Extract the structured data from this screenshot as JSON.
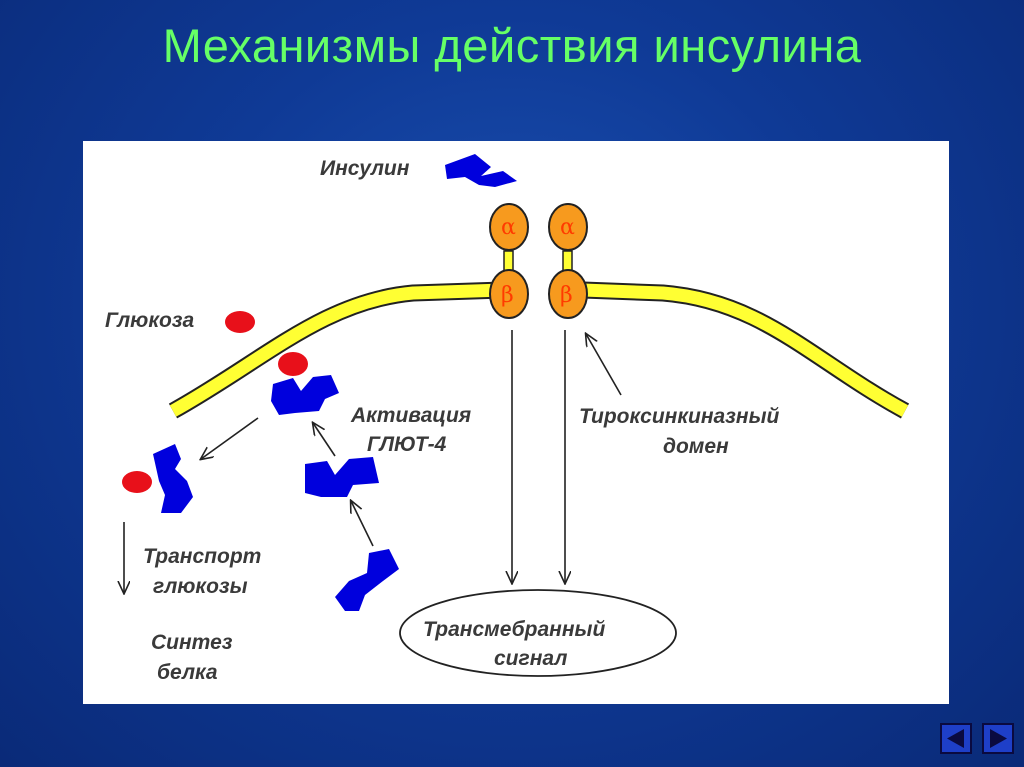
{
  "title": "Механизмы действия инсулина",
  "diagram": {
    "insulin_label": "Инсулин",
    "glucose_label": "Глюкоза",
    "alpha": "α",
    "beta": "β",
    "activation_line1": "Активация",
    "activation_line2": "ГЛЮТ-4",
    "tyrosine_line1": "Тироксинкиназный",
    "tyrosine_line2": "домен",
    "transport_line1": "Транспорт",
    "transport_line2": "глюкозы",
    "synthesis_line1": "Синтез",
    "synthesis_line2": "белка",
    "signal_line1": "Трансмебранный",
    "signal_line2": "сигнал"
  },
  "colors": {
    "title": "#66ff66",
    "membrane": "#ffff33",
    "receptor": "#f79a1e",
    "glut": "#0000dd",
    "glucose": "#e8101a"
  },
  "nav": {
    "prev_icon": "triangle-left-icon",
    "next_icon": "triangle-right-icon"
  }
}
